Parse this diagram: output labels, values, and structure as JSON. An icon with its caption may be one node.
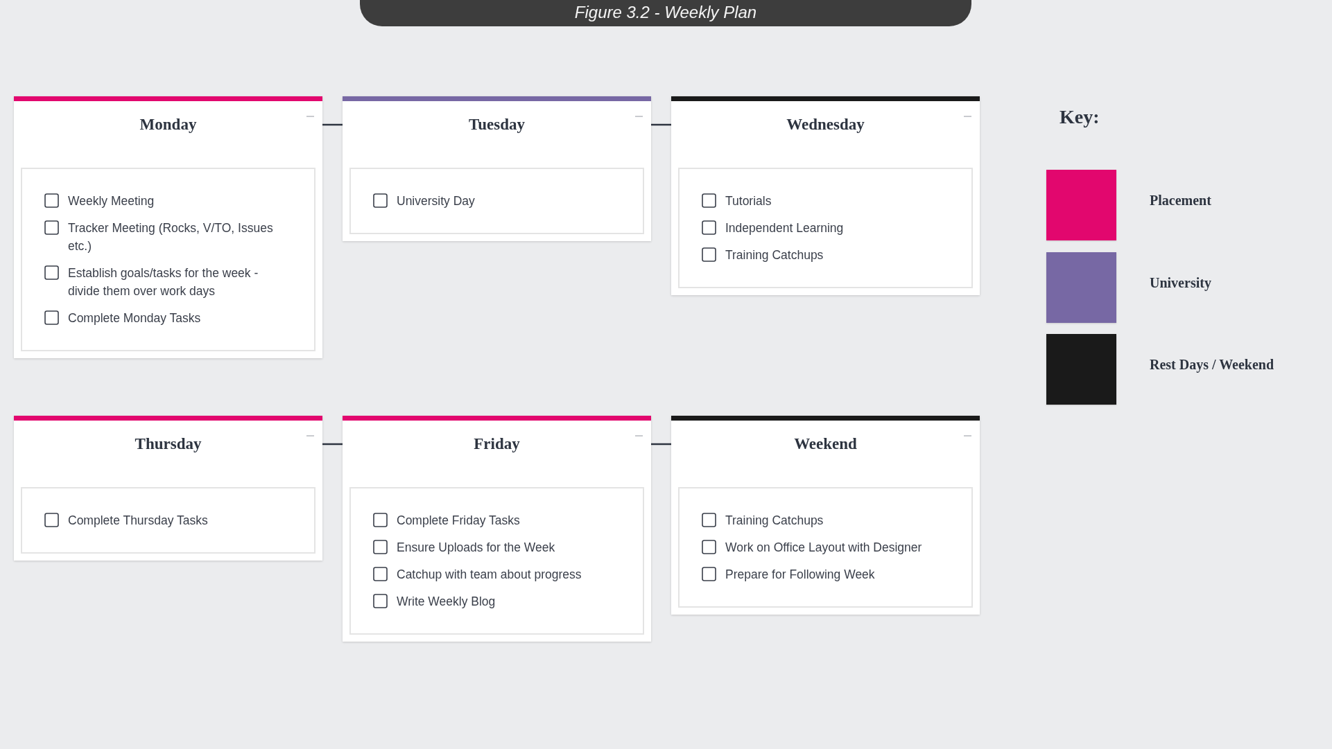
{
  "diagram": {
    "title": "Figure 3.2 - Weekly Plan",
    "nodes": [
      {
        "text": [
          "Monday"
        ]
      },
      {
        "text": [
          "Weekly Meeting",
          "Tracker Meeting (Rocks, V/TO, Issues etc.)",
          "Establish goals/tasks for the week - divide them over work days",
          "Complete Monday Tasks"
        ],
        "in": 0
      },
      {
        "text": [
          "Tuesday"
        ]
      },
      {
        "text": [
          "University Day"
        ],
        "in": 2
      },
      {
        "text": [
          "Wednesday"
        ]
      },
      {
        "text": [
          "Tutorials",
          "Independent Learning",
          "Training Catchups"
        ],
        "in": 4
      },
      {
        "text": [
          "Thursday"
        ]
      },
      {
        "text": [
          "Complete Thursday Tasks"
        ],
        "in": 6
      },
      {
        "text": [
          "Friday"
        ]
      },
      {
        "text": [
          "Complete Friday Tasks",
          "Ensure Uploads for the Week",
          "Catchup with team about progress",
          "Write Weekly Blog"
        ],
        "in": 8
      },
      {
        "text": [
          "Weekend"
        ]
      },
      {
        "text": [
          "Training Catchups",
          "Work on Office Layout with Designer",
          "Prepare for Following Week"
        ],
        "in": 10
      }
    ],
    "edges": [
      {
        "from": 0,
        "to": 2,
        "arrow": "none"
      },
      {
        "from": 2,
        "to": 4,
        "arrow": "none"
      },
      {
        "from": 6,
        "to": 8,
        "arrow": "none"
      },
      {
        "from": 8,
        "to": 10,
        "arrow": "none"
      }
    ],
    "labels": [
      "Key:"
    ],
    "legend": [
      {
        "text": "Placement",
        "color": "#e2076e"
      },
      {
        "text": "University",
        "color": "#7768a4"
      },
      {
        "text": "Rest Days / Weekend",
        "color": "#1a1a1a"
      }
    ]
  }
}
